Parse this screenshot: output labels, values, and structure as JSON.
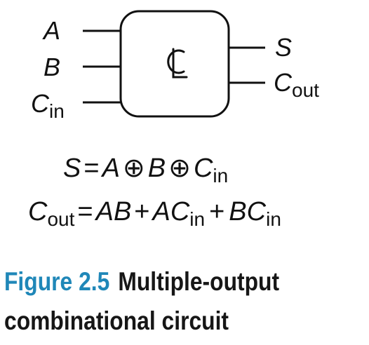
{
  "circuit": {
    "block_label": "CL",
    "inputs": [
      {
        "name": "A",
        "sub": ""
      },
      {
        "name": "B",
        "sub": ""
      },
      {
        "name": "C",
        "sub": "in"
      }
    ],
    "outputs": [
      {
        "name": "S",
        "sub": ""
      },
      {
        "name": "C",
        "sub": "out"
      }
    ]
  },
  "equations": {
    "eq1": {
      "lhs": "S",
      "eq": "=",
      "t1": "A",
      "op1": "⊕",
      "t2": "B",
      "op2": "⊕",
      "t3": "C",
      "t3_sub": "in"
    },
    "eq2": {
      "lhs": "C",
      "lhs_sub": "out",
      "eq": "=",
      "t1": "AB",
      "op1": "+",
      "t2": "AC",
      "t2_sub": "in",
      "op2": "+",
      "t3": "BC",
      "t3_sub": "in"
    }
  },
  "caption": {
    "label": "Figure 2.5",
    "title_line1": "Multiple-output",
    "title_line2": "combinational circuit"
  },
  "colors": {
    "caption_label": "#1f87b8",
    "ink": "#111111"
  }
}
